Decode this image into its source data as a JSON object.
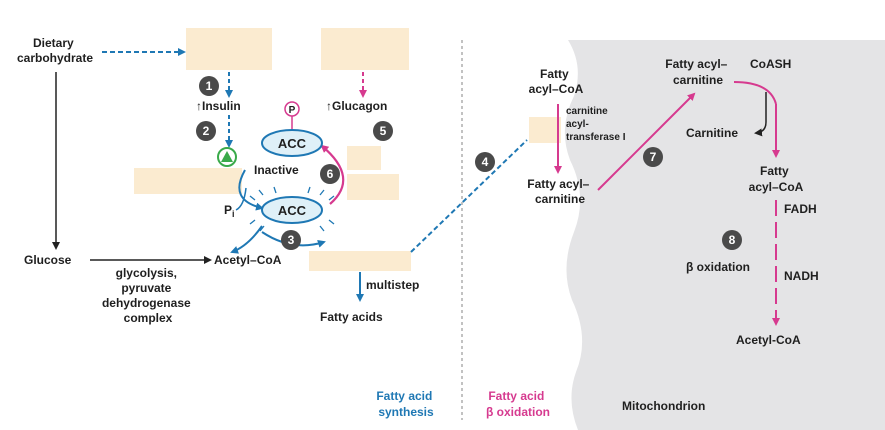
{
  "labels": {
    "dietary_carb": [
      "Dietary",
      "carbohydrate"
    ],
    "insulin": "↑Insulin",
    "glucagon": "↑Glucagon",
    "glucose": "Glucose",
    "glycolysis": [
      "glycolysis,",
      "pyruvate",
      "dehydrogenase",
      "complex"
    ],
    "acetyl_coa_left": "Acetyl–CoA",
    "multistep": "multistep",
    "fatty_acids": "Fatty acids",
    "acc_top": "ACC",
    "acc_bottom": "ACC",
    "inactive": "Inactive",
    "p": "P",
    "pi": "P",
    "pi_sub": "i",
    "fatty_acyl_coa_mid": [
      "Fatty",
      "acyl–CoA"
    ],
    "cat1": [
      "carnitine",
      "acyl-",
      "transferase I"
    ],
    "fatty_acyl_carnitine_mid": [
      "Fatty acyl–",
      "carnitine"
    ],
    "fatty_acyl_carnitine_right": [
      "Fatty acyl–",
      "carnitine"
    ],
    "coash": "CoASH",
    "carnitine": "Carnitine",
    "fatty_acyl_coa_right": [
      "Fatty",
      "acyl–CoA"
    ],
    "fadh": "FADH",
    "beta_ox": "β oxidation",
    "nadh": "NADH",
    "acetyl_coa_right": "Acetyl-CoA",
    "mitochondrion": "Mitochondrion",
    "synthesis_legend": [
      "Fatty acid",
      "synthesis"
    ],
    "oxidation_legend": [
      "Fatty acid",
      "β oxidation"
    ]
  },
  "steps": [
    "1",
    "2",
    "3",
    "4",
    "5",
    "6",
    "7",
    "8"
  ],
  "colors": {
    "blue": "#1f78b4",
    "pink": "#d63a8f",
    "blank_box": "#fbebd0",
    "mito": "#e4e4e6",
    "badge": "#4a4a4a",
    "acc_fill": "#dff0f8",
    "inhibitor": "#3aaa4a"
  }
}
